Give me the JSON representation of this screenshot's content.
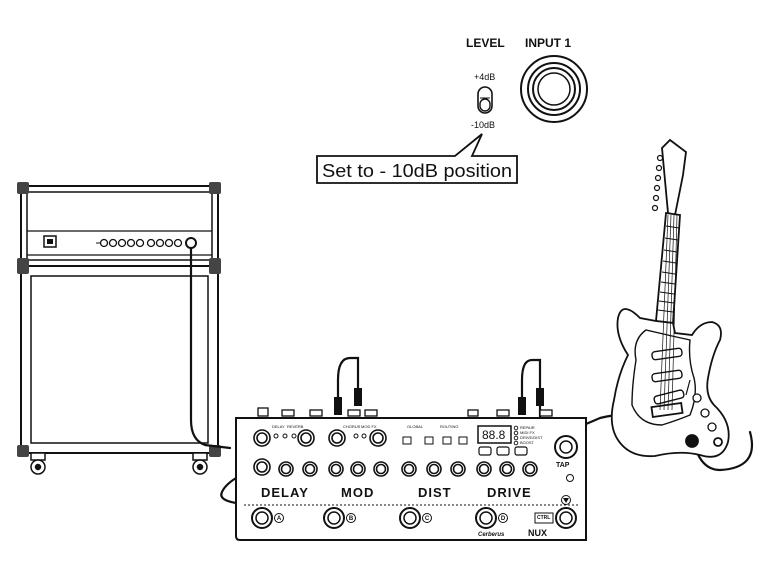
{
  "input_panel": {
    "level_label": "LEVEL",
    "input_label": "INPUT 1",
    "plus_label": "+4dB",
    "minus_label": "-10dB"
  },
  "callout": {
    "text": "Set to - 10dB position"
  },
  "pedal": {
    "sections": [
      "DELAY",
      "MOD",
      "DIST",
      "DRIVE"
    ],
    "footswitch_letters": [
      "A",
      "B",
      "C",
      "D"
    ],
    "display": "88.8",
    "tap_label": "TAP",
    "ctrl_label": "CTRL",
    "brand": "NUX",
    "model": "Cerberus"
  }
}
